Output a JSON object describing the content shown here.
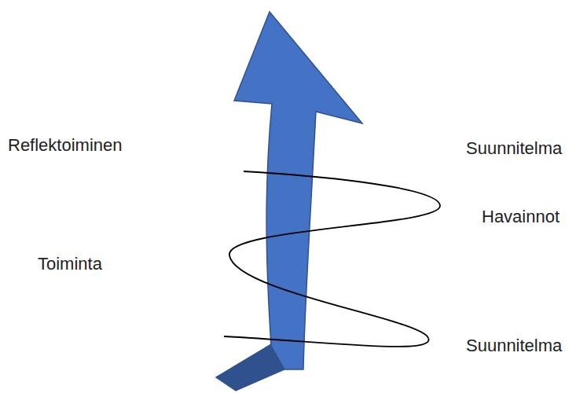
{
  "diagram": {
    "labels": [
      "Reflektoiminen",
      "Suunnitelma",
      "Havainnot",
      "Toiminta",
      "Suunnitelma"
    ]
  }
}
